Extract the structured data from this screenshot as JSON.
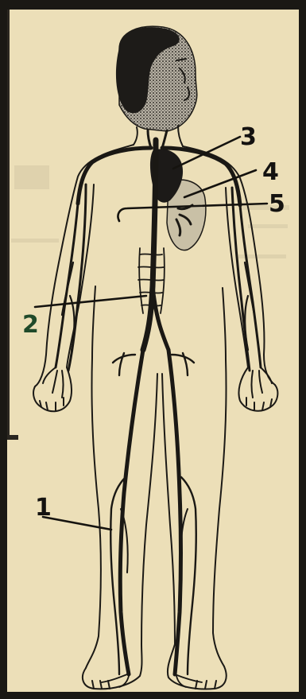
{
  "callouts": [
    {
      "id": "1",
      "label": "1",
      "color": "#141210"
    },
    {
      "id": "2",
      "label": "2",
      "color": "#1f4a2a"
    },
    {
      "id": "3",
      "label": "3",
      "color": "#141210"
    },
    {
      "id": "4",
      "label": "4",
      "color": "#141210"
    },
    {
      "id": "5",
      "label": "5",
      "color": "#141210"
    }
  ],
  "colors": {
    "paper": "#ecdfb8",
    "ink": "#1a1814",
    "head_shading": "#8e8a80",
    "heart": "#1c1a18",
    "lung_region": "#c9c0a6"
  }
}
